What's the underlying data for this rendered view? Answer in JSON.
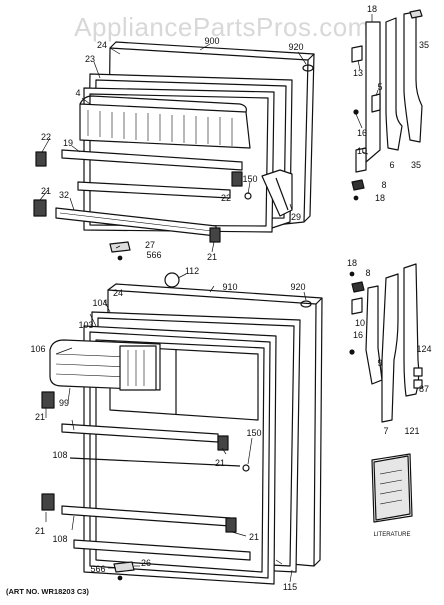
{
  "watermark": "AppliancePartsPros.com",
  "art_no": "(ART NO. WR18203 C3)",
  "literature_label": "LITERATURE",
  "callouts": {
    "c18a": "18",
    "c900": "900",
    "c920a": "920",
    "c35a": "35",
    "c24a": "24",
    "c23": "23",
    "c13": "13",
    "c4": "4",
    "c5": "5",
    "c16a": "16",
    "c22a": "22",
    "c19": "19",
    "c10a": "10",
    "c6": "6",
    "c35b": "35",
    "c150a": "150",
    "c8a": "8",
    "c18b": "18",
    "c22b": "22",
    "c29": "29",
    "c21a": "21",
    "c32": "32",
    "c27": "27",
    "c566a": "566",
    "c21b": "21",
    "c112": "112",
    "c18c": "18",
    "c8b": "8",
    "c24b": "24",
    "c910": "910",
    "c920b": "920",
    "c104": "104",
    "c10b": "10",
    "c103": "103",
    "c16b": "16",
    "c106": "106",
    "c124": "124",
    "c9": "9",
    "c87": "87",
    "c99": "99",
    "c7": "7",
    "c121": "121",
    "c21c": "21",
    "c108a": "108",
    "c150b": "150",
    "c21d": "21",
    "c21e": "21",
    "c108b": "108",
    "c21f": "21",
    "c115": "115",
    "c566b": "566",
    "c26": "26"
  }
}
